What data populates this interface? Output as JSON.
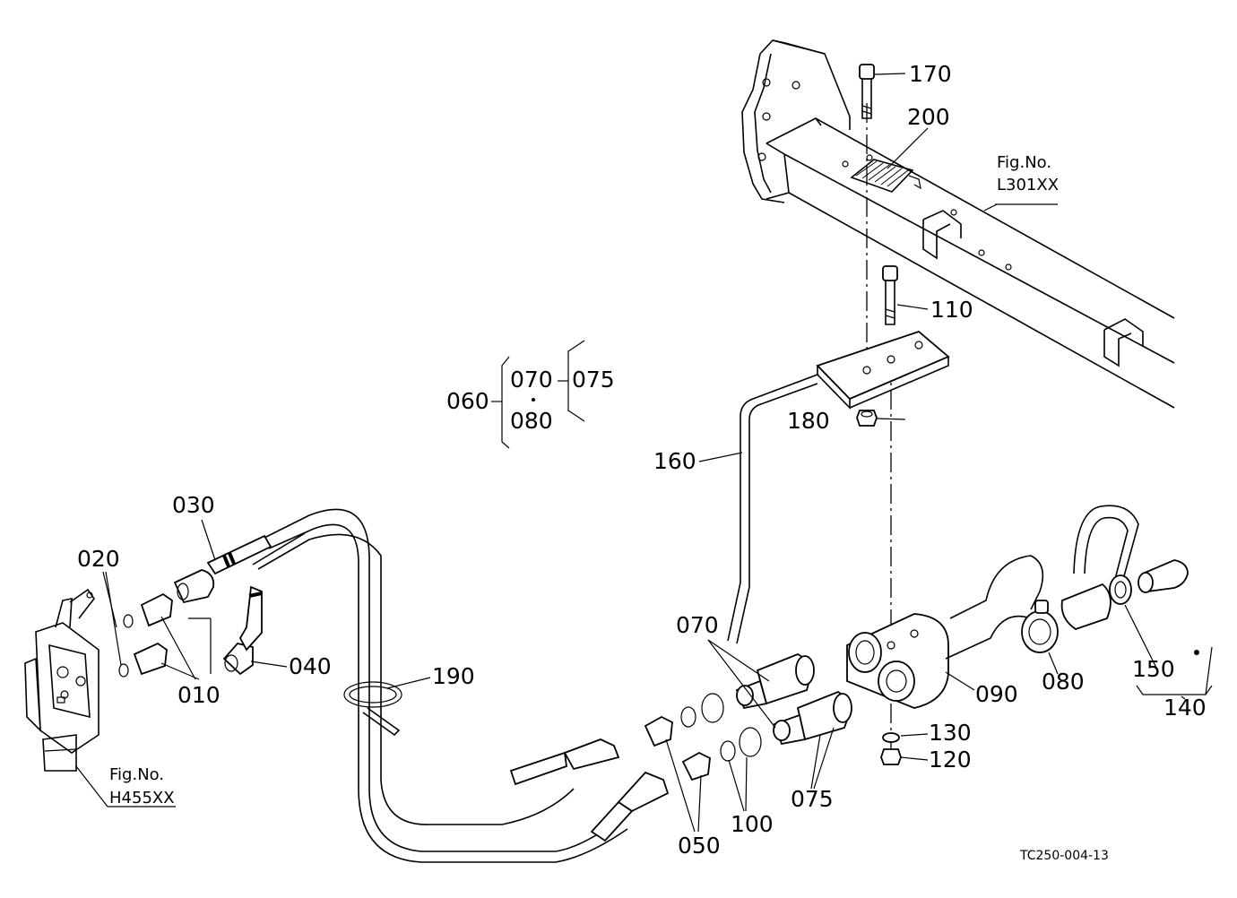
{
  "diagram": {
    "drawing_code": "TC250-004-13",
    "fig_refs": [
      {
        "id": "fig-l301",
        "title": "Fig.No.",
        "number": "L301XX"
      },
      {
        "id": "fig-h455",
        "title": "Fig.No.",
        "number": "H455XX"
      }
    ],
    "part_labels": [
      {
        "id": "170",
        "text": "170"
      },
      {
        "id": "200",
        "text": "200"
      },
      {
        "id": "110",
        "text": "110"
      },
      {
        "id": "180",
        "text": "180"
      },
      {
        "id": "160",
        "text": "160"
      },
      {
        "id": "060",
        "text": "060"
      },
      {
        "id": "070-group",
        "text": "070"
      },
      {
        "id": "080-group",
        "text": "080"
      },
      {
        "id": "075-group",
        "text": "075"
      },
      {
        "id": "030",
        "text": "030"
      },
      {
        "id": "020",
        "text": "020"
      },
      {
        "id": "010",
        "text": "010"
      },
      {
        "id": "040",
        "text": "040"
      },
      {
        "id": "190",
        "text": "190"
      },
      {
        "id": "070",
        "text": "070"
      },
      {
        "id": "090",
        "text": "090"
      },
      {
        "id": "080",
        "text": "080"
      },
      {
        "id": "150",
        "text": "150"
      },
      {
        "id": "140",
        "text": "140"
      },
      {
        "id": "130",
        "text": "130"
      },
      {
        "id": "120",
        "text": "120"
      },
      {
        "id": "075",
        "text": "075"
      },
      {
        "id": "100",
        "text": "100"
      },
      {
        "id": "050",
        "text": "050"
      }
    ]
  }
}
